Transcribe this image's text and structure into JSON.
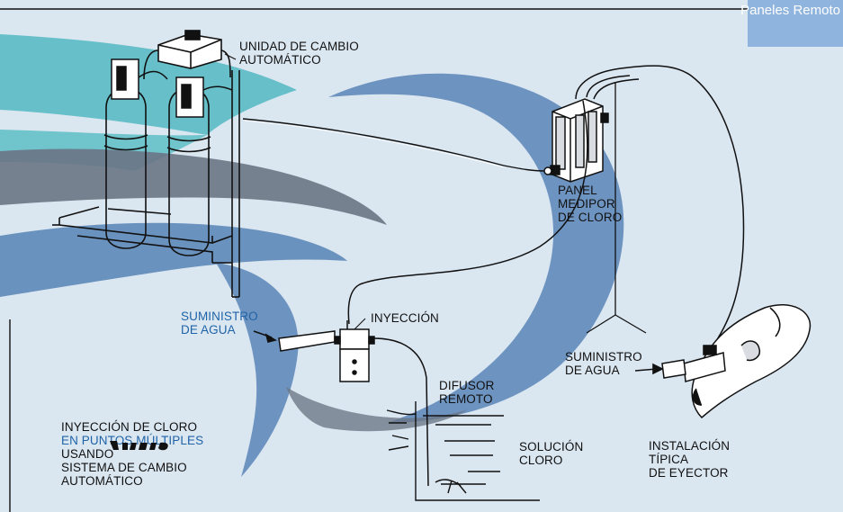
{
  "banner": {
    "title": "Paneles Remoto"
  },
  "labels": {
    "changeover_unit": "UNIDAD DE CAMBIO\nAUTOMÁTICO",
    "panel": "PANEL\nMEDIPOR\nDE CLORO",
    "water_supply_left": "SUMINISTRO\nDE AGUA",
    "injection": "INYECCIÓN",
    "water_supply_right": "SUMINISTRO\nDE AGUA",
    "remote_diffuser": "DIFUSOR\nREMOTO",
    "solution": "SOLUCIÓN\nCLORO",
    "ejector_install": "INSTALACIÓN\nTÍPICA\nDE EYECTOR",
    "caption_line1": "INYECCIÓN DE CLORO",
    "caption_line2": "EN PUNTOS MÚLTIPLES",
    "caption_line3": "USANDO",
    "caption_line4": "SISTEMA DE CAMBIO",
    "caption_line5": "AUTOMÁTICO"
  },
  "colors": {
    "background": "#dae6f0",
    "swoosh_teal": "#5dbdc6",
    "swoosh_blue": "#5d88b8",
    "swoosh_gray": "#6a7685",
    "banner": "#8fb4dd",
    "caption_blue": "#1f63a8",
    "ink": "#111111"
  },
  "icons": {
    "brand": "hydro-logo"
  }
}
